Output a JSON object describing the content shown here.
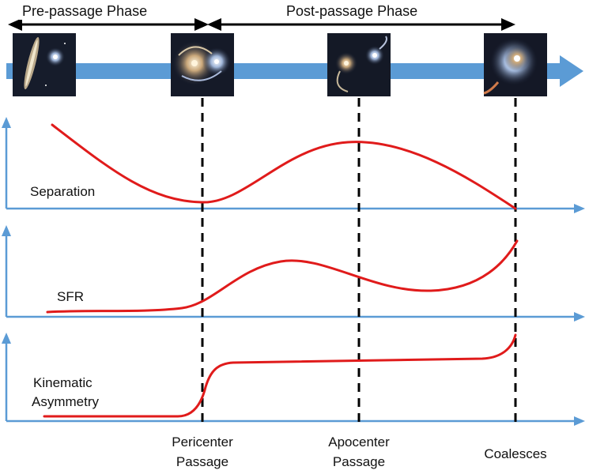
{
  "phases": {
    "pre": "Pre-passage Phase",
    "post": "Post-passage Phase"
  },
  "panels": [
    {
      "id": "separation",
      "label_lines": [
        "Separation"
      ]
    },
    {
      "id": "sfr",
      "label_lines": [
        "SFR"
      ]
    },
    {
      "id": "kinematic",
      "label_lines": [
        "Kinematic",
        "Asymmetry"
      ]
    }
  ],
  "events": [
    {
      "id": "pericenter",
      "label_lines": [
        "Pericenter",
        "Passage"
      ]
    },
    {
      "id": "apocenter",
      "label_lines": [
        "Apocenter",
        "Passage"
      ]
    },
    {
      "id": "coalesces",
      "label_lines": [
        "Coalesces"
      ]
    }
  ],
  "images": [
    {
      "id": "pre-passage-galaxies",
      "description": "two separate galaxies, edge-on and spiral"
    },
    {
      "id": "pericenter-galaxies",
      "description": "interacting spiral galaxy pair"
    },
    {
      "id": "apocenter-galaxies",
      "description": "two galaxies with tidal tails"
    },
    {
      "id": "coalescence-galaxy",
      "description": "merged galaxy remnant"
    }
  ],
  "colors": {
    "axis": "#5b9bd5",
    "curve": "#e01b1b",
    "timeline": "#5b9bd5",
    "phase_arrow": "#000000"
  }
}
